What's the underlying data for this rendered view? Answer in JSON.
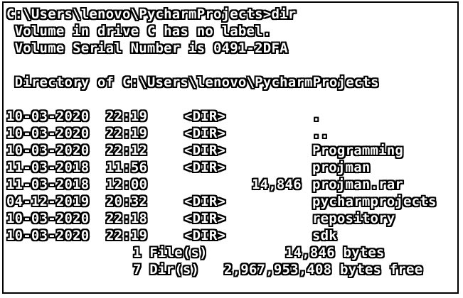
{
  "terminal": {
    "prompt": "C:\\Users\\lenovo\\PycharmProjects>dir",
    "volume_label": " Volume in drive C has no label.",
    "volume_serial": " Volume Serial Number is 0491-2DFA",
    "directory_header": " Directory of C:\\Users\\lenovo\\PycharmProjects",
    "entries": [
      {
        "date": "10-03-2020",
        "time": "22:19",
        "type": "<DIR>",
        "size": "",
        "name": "."
      },
      {
        "date": "10-03-2020",
        "time": "22:19",
        "type": "<DIR>",
        "size": "",
        "name": ".."
      },
      {
        "date": "10-03-2020",
        "time": "22:12",
        "type": "<DIR>",
        "size": "",
        "name": "Programming"
      },
      {
        "date": "11-03-2018",
        "time": "11:56",
        "type": "<DIR>",
        "size": "",
        "name": "projman"
      },
      {
        "date": "11-03-2018",
        "time": "12:00",
        "type": "",
        "size": "14,846",
        "name": "projman.rar"
      },
      {
        "date": "04-12-2019",
        "time": "20:32",
        "type": "<DIR>",
        "size": "",
        "name": "pycharmprojects"
      },
      {
        "date": "10-03-2020",
        "time": "22:18",
        "type": "<DIR>",
        "size": "",
        "name": "repository"
      },
      {
        "date": "10-03-2020",
        "time": "22:19",
        "type": "<DIR>",
        "size": "",
        "name": "sdk"
      }
    ],
    "summary_files": {
      "count": "1 File(s)",
      "size": "14,846 bytes"
    },
    "summary_dirs": {
      "count": "7 Dir(s)",
      "size": "2,967,953,408 bytes free"
    }
  }
}
